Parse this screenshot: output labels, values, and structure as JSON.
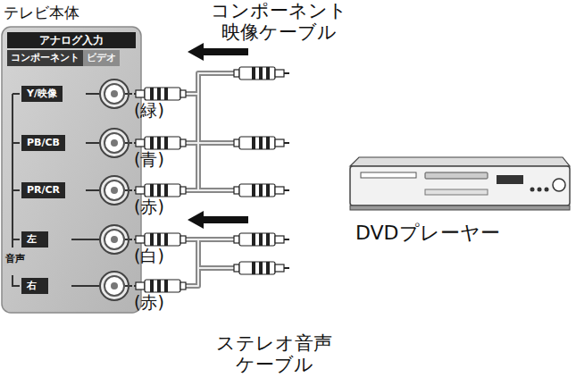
{
  "diagram": {
    "nodes": [
      {
        "text": [
          "テレビ本体",
          "アナログ入力"
        ]
      },
      {
        "text": [
          "コンポーネント"
        ],
        "in": 0
      },
      {
        "text": [
          "ビデオ"
        ],
        "in": 0
      },
      {
        "text": [
          "Y/映像"
        ],
        "in": 0
      },
      {
        "text": [
          "PB/CB"
        ],
        "in": 0
      },
      {
        "text": [
          "PR/CR"
        ],
        "in": 0
      },
      {
        "text": [
          "左"
        ],
        "in": 0
      },
      {
        "text": [
          "右"
        ],
        "in": 0
      }
    ],
    "labels": [
      "コンポーネント 映像ケーブル",
      "(緑)",
      "(青)",
      "(赤)",
      "DVDプレーヤー",
      "(白)",
      "(赤)",
      "音声",
      "ステレオ音声 ケーブル"
    ]
  }
}
